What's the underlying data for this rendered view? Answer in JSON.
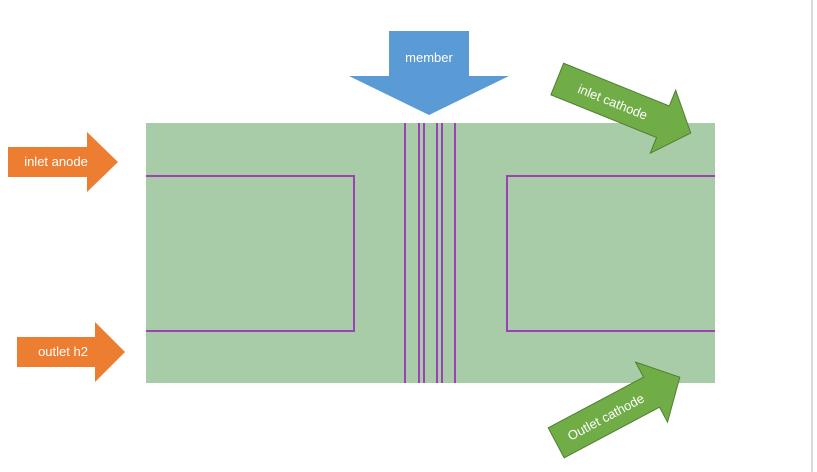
{
  "labels": {
    "member": "member",
    "inlet_anode": "inlet anode",
    "outlet_h2": "outlet h2",
    "inlet_cathode": "inlet cathode",
    "outlet_cathode": "Outlet cathode"
  },
  "colors": {
    "cell_fill": "#a9cca8",
    "channel_line": "#a040b8",
    "member_arrow": "#5b9bd5",
    "anode_arrows": "#ed7d31",
    "cathode_arrows": "#70ad47",
    "cathode_arrow_border": "#507e32"
  }
}
